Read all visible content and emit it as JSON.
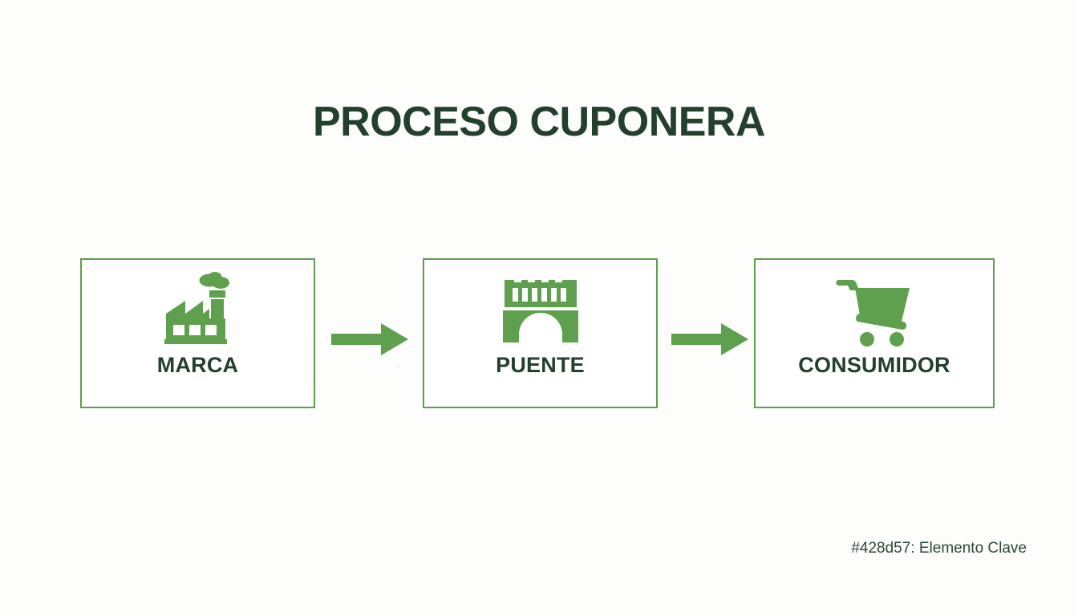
{
  "slide": {
    "title": "PROCESO CUPONERA",
    "background_color": "#fdfdfc",
    "accent_color": "#5f9e4f",
    "icon_color": "#5fa04e",
    "text_color": "#22402c"
  },
  "flow": {
    "nodes": [
      {
        "label": "MARCA",
        "icon": "factory-icon"
      },
      {
        "label": "PUENTE",
        "icon": "bridge-icon"
      },
      {
        "label": "CONSUMIDOR",
        "icon": "shopping-cart-icon"
      }
    ],
    "connectors": [
      {
        "icon": "arrow-right-icon"
      },
      {
        "icon": "arrow-right-icon"
      }
    ]
  },
  "footer": {
    "note": "#428d57: Elemento Clave"
  }
}
